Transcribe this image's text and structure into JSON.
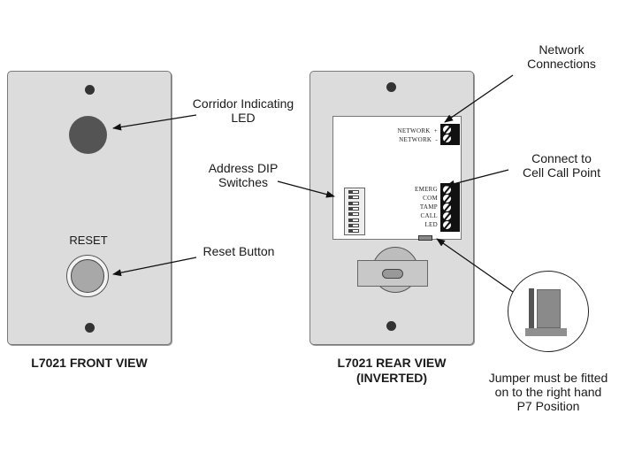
{
  "front_view": {
    "caption": "L7021 FRONT VIEW",
    "reset_label": "RESET",
    "callouts": {
      "led": [
        "Corridor Indicating",
        "LED"
      ],
      "reset_button": "Reset Button"
    }
  },
  "rear_view": {
    "caption_line1": "L7021 REAR VIEW",
    "caption_line2": "(INVERTED)",
    "network_terminals": [
      "NETWORK  +",
      "NETWORK  -"
    ],
    "call_point_terminals": [
      "EMERG",
      "COM",
      "TAMP",
      "CALL",
      "LED"
    ],
    "dip_switch_count": 8,
    "callouts": {
      "network": [
        "Network",
        "Connections"
      ],
      "call_point": [
        "Connect to",
        "Cell Call Point"
      ],
      "dip": [
        "Address DIP",
        "Switches"
      ],
      "jumper": [
        "Jumper must be fitted",
        "on to the right hand",
        "P7 Position"
      ]
    }
  },
  "colors": {
    "panel": "#dcdcdc",
    "led": "#545454",
    "reset_button": "#a8a8a8",
    "terminal_block": "#111111"
  }
}
